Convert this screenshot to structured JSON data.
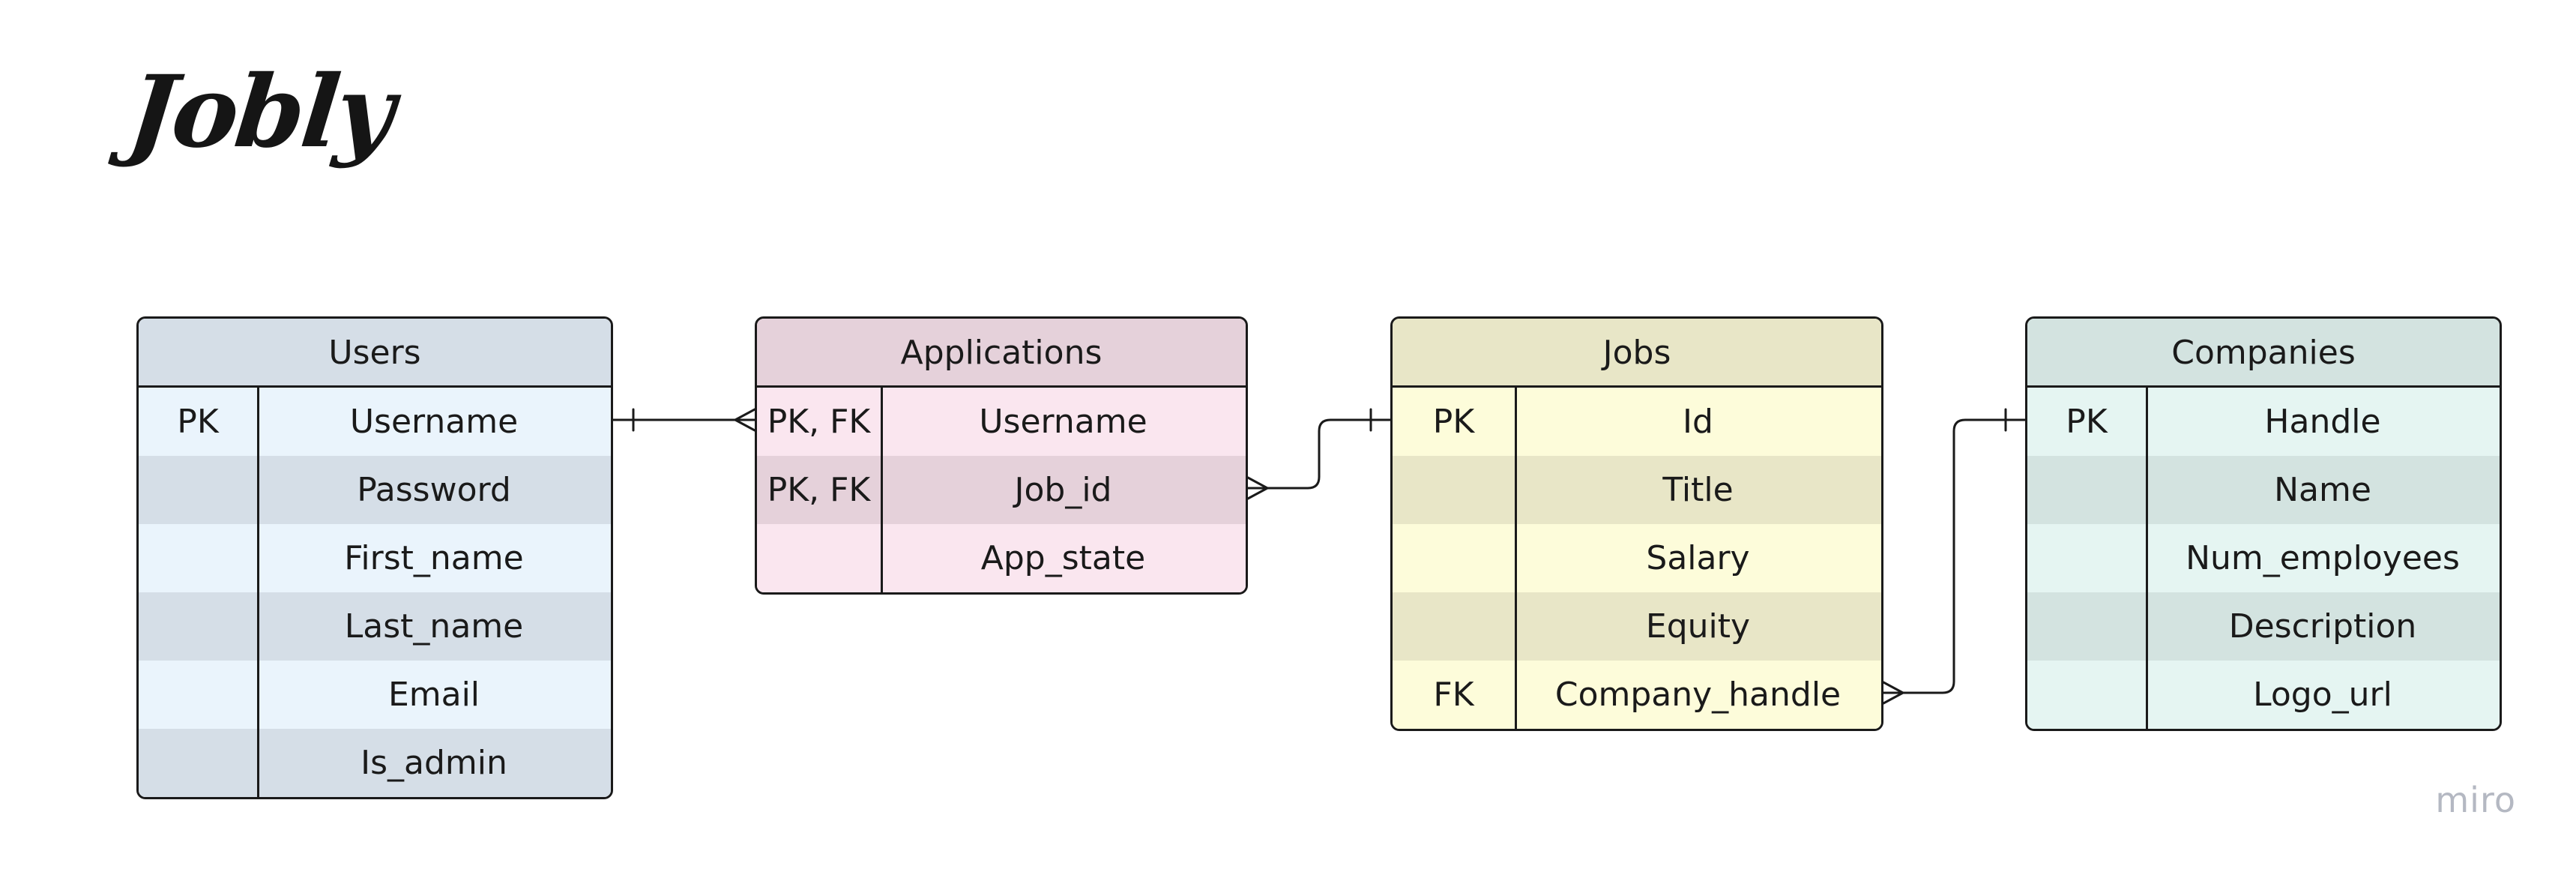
{
  "title": "Jobly",
  "watermark": "miro",
  "colors": {
    "line": "#1a1a1a",
    "users_header": "#d5dee7",
    "users_row_light": "#eaf4fc",
    "applications_header": "#e5d1da",
    "applications_row_light": "#fae6ef",
    "jobs_header": "#e8e6c7",
    "jobs_row_light": "#fdfcda",
    "companies_header": "#d3e3e0",
    "companies_row_light": "#e5f5f2"
  },
  "tables": {
    "users": {
      "name": "Users",
      "rows": [
        {
          "key": "PK",
          "field": "Username"
        },
        {
          "key": "",
          "field": "Password"
        },
        {
          "key": "",
          "field": "First_name"
        },
        {
          "key": "",
          "field": "Last_name"
        },
        {
          "key": "",
          "field": "Email"
        },
        {
          "key": "",
          "field": "Is_admin"
        }
      ]
    },
    "applications": {
      "name": "Applications",
      "rows": [
        {
          "key": "PK, FK",
          "field": "Username"
        },
        {
          "key": "PK, FK",
          "field": "Job_id"
        },
        {
          "key": "",
          "field": "App_state"
        }
      ]
    },
    "jobs": {
      "name": "Jobs",
      "rows": [
        {
          "key": "PK",
          "field": "Id"
        },
        {
          "key": "",
          "field": "Title"
        },
        {
          "key": "",
          "field": "Salary"
        },
        {
          "key": "",
          "field": "Equity"
        },
        {
          "key": "FK",
          "field": "Company_handle"
        }
      ]
    },
    "companies": {
      "name": "Companies",
      "rows": [
        {
          "key": "PK",
          "field": "Handle"
        },
        {
          "key": "",
          "field": "Name"
        },
        {
          "key": "",
          "field": "Num_employees"
        },
        {
          "key": "",
          "field": "Description"
        },
        {
          "key": "",
          "field": "Logo_url"
        }
      ]
    }
  },
  "relationships": [
    {
      "from": "Users.Username",
      "to": "Applications.Username",
      "from_end": "one",
      "to_end": "many"
    },
    {
      "from": "Jobs.Id",
      "to": "Applications.Job_id",
      "from_end": "one",
      "to_end": "many"
    },
    {
      "from": "Companies.Handle",
      "to": "Jobs.Company_handle",
      "from_end": "one",
      "to_end": "many"
    }
  ]
}
